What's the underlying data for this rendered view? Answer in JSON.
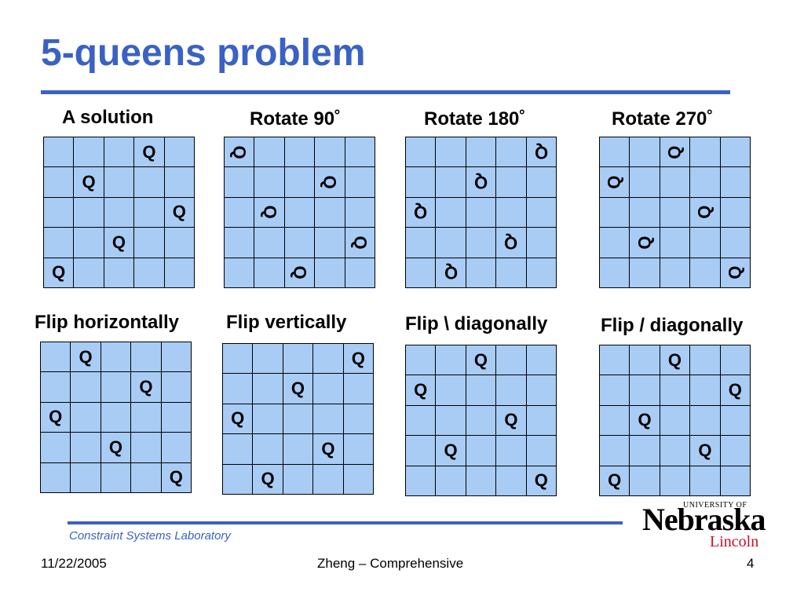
{
  "title": "5-queens problem",
  "queen_glyph": "Q",
  "panels": [
    {
      "label": "A solution",
      "rotation": 0,
      "queens": [
        [
          0,
          3
        ],
        [
          1,
          1
        ],
        [
          2,
          4
        ],
        [
          3,
          2
        ],
        [
          4,
          0
        ]
      ]
    },
    {
      "label": "Rotate 90˚",
      "rotation": 90,
      "queens": [
        [
          0,
          0
        ],
        [
          1,
          3
        ],
        [
          2,
          1
        ],
        [
          3,
          4
        ],
        [
          4,
          2
        ]
      ]
    },
    {
      "label": "Rotate 180˚",
      "rotation": 180,
      "queens": [
        [
          0,
          4
        ],
        [
          1,
          2
        ],
        [
          2,
          0
        ],
        [
          3,
          3
        ],
        [
          4,
          1
        ]
      ]
    },
    {
      "label": "Rotate 270˚",
      "rotation": 270,
      "queens": [
        [
          0,
          2
        ],
        [
          1,
          0
        ],
        [
          2,
          3
        ],
        [
          3,
          1
        ],
        [
          4,
          4
        ]
      ]
    },
    {
      "label": "Flip horizontally",
      "rotation": 0,
      "queens": [
        [
          0,
          1
        ],
        [
          1,
          3
        ],
        [
          2,
          0
        ],
        [
          3,
          2
        ],
        [
          4,
          4
        ]
      ]
    },
    {
      "label": "Flip vertically",
      "rotation": 0,
      "queens": [
        [
          0,
          4
        ],
        [
          1,
          2
        ],
        [
          2,
          0
        ],
        [
          3,
          3
        ],
        [
          4,
          1
        ]
      ]
    },
    {
      "label": "Flip \\ diagonally",
      "rotation": 0,
      "queens": [
        [
          0,
          2
        ],
        [
          1,
          0
        ],
        [
          2,
          3
        ],
        [
          3,
          1
        ],
        [
          4,
          4
        ]
      ]
    },
    {
      "label": "Flip / diagonally",
      "rotation": 0,
      "queens": [
        [
          0,
          2
        ],
        [
          1,
          4
        ],
        [
          2,
          1
        ],
        [
          3,
          3
        ],
        [
          4,
          0
        ]
      ]
    }
  ],
  "footer": {
    "lab": "Constraint Systems Laboratory",
    "date": "11/22/2005",
    "center": "Zheng – Comprehensive",
    "page": "4"
  },
  "logo": {
    "small": "UNIVERSITY OF",
    "main": "Nebraska",
    "sub": "Lincoln"
  },
  "colors": {
    "accent": "#3a62c4",
    "board_fill": "#a9ccf5",
    "logo_red": "#c8102e"
  }
}
